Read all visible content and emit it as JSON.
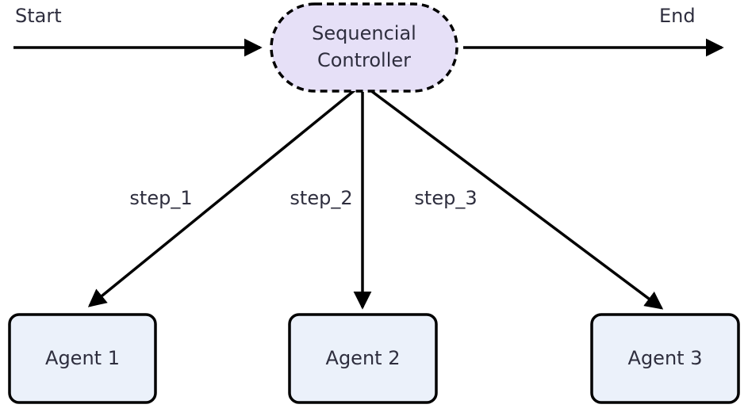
{
  "colors": {
    "background": "#ffffff",
    "edge": "#000000",
    "node_border": "#000000",
    "controller_fill": "#e6e0f7",
    "agent_fill": "#ebf1fa",
    "text": "#2e2e3e"
  },
  "nodes": {
    "controller": {
      "label": "Sequencial Controller",
      "shape": "stadium",
      "border_style": "dashed"
    },
    "agent1": {
      "label": "Agent 1",
      "shape": "rounded-rect"
    },
    "agent2": {
      "label": "Agent 2",
      "shape": "rounded-rect"
    },
    "agent3": {
      "label": "Agent 3",
      "shape": "rounded-rect"
    }
  },
  "labels": {
    "start": "Start",
    "end": "End",
    "step1": "step_1",
    "step2": "step_2",
    "step3": "step_3"
  },
  "edges": [
    {
      "from": "Start",
      "to": "Sequencial Controller",
      "label": ""
    },
    {
      "from": "Sequencial Controller",
      "to": "End",
      "label": ""
    },
    {
      "from": "Sequencial Controller",
      "to": "Agent 1",
      "label": "step_1"
    },
    {
      "from": "Sequencial Controller",
      "to": "Agent 2",
      "label": "step_2"
    },
    {
      "from": "Sequencial Controller",
      "to": "Agent 3",
      "label": "step_3"
    }
  ]
}
